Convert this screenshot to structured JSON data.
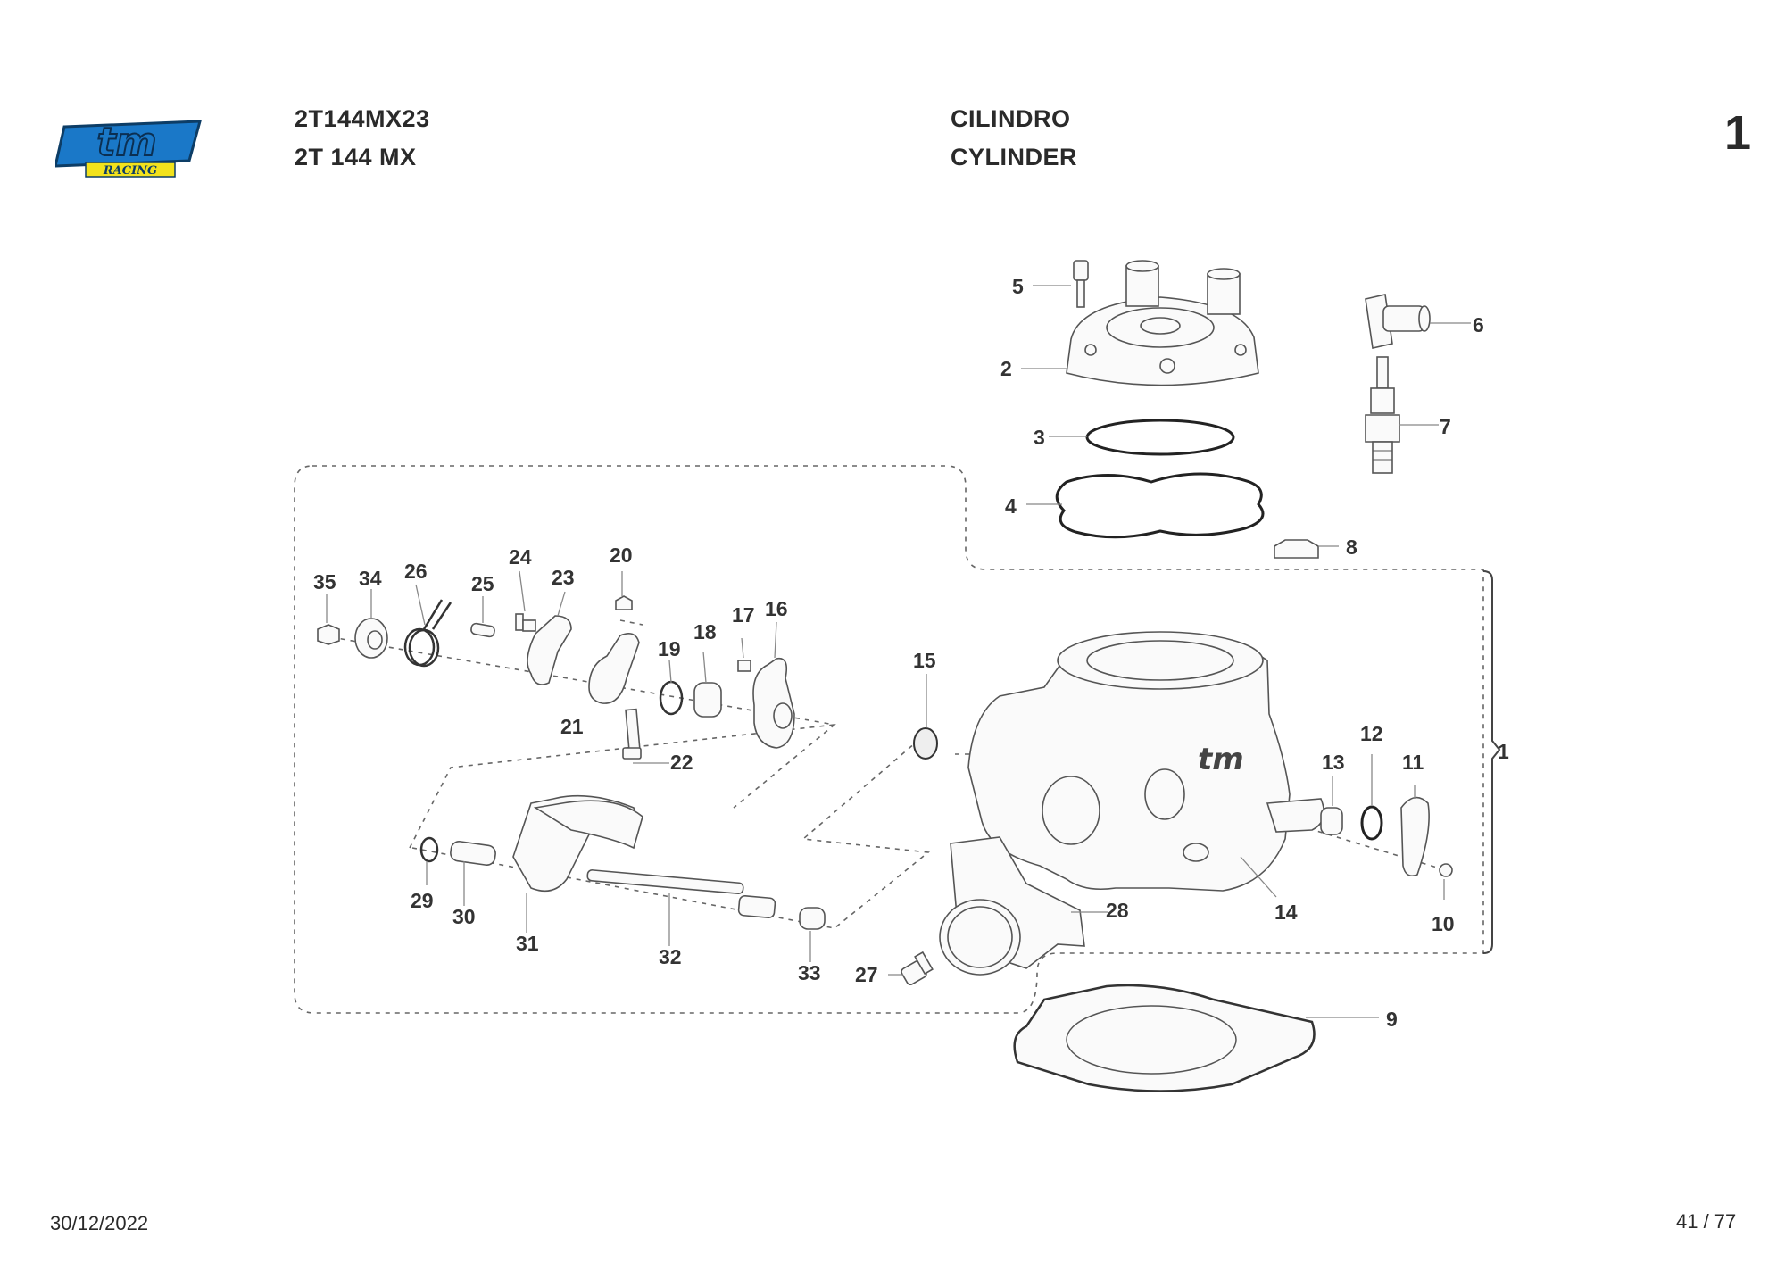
{
  "header": {
    "code": "2T144MX23",
    "model": "2T 144 MX",
    "title_it": "CILINDRO",
    "title_en": "CYLINDER",
    "page_group": "1"
  },
  "logo": {
    "brand": "tm",
    "sub": "RACING",
    "colors": {
      "brand_blue": "#1a78c8",
      "brand_yellow": "#f2e21c"
    }
  },
  "footer": {
    "date": "30/12/2022",
    "page": "41 / 77"
  },
  "callouts": [
    "1",
    "2",
    "3",
    "4",
    "5",
    "6",
    "7",
    "8",
    "9",
    "10",
    "11",
    "12",
    "13",
    "14",
    "15",
    "16",
    "17",
    "18",
    "19",
    "20",
    "21",
    "22",
    "23",
    "24",
    "25",
    "26",
    "27",
    "28",
    "29",
    "30",
    "31",
    "32",
    "33",
    "34",
    "35"
  ]
}
